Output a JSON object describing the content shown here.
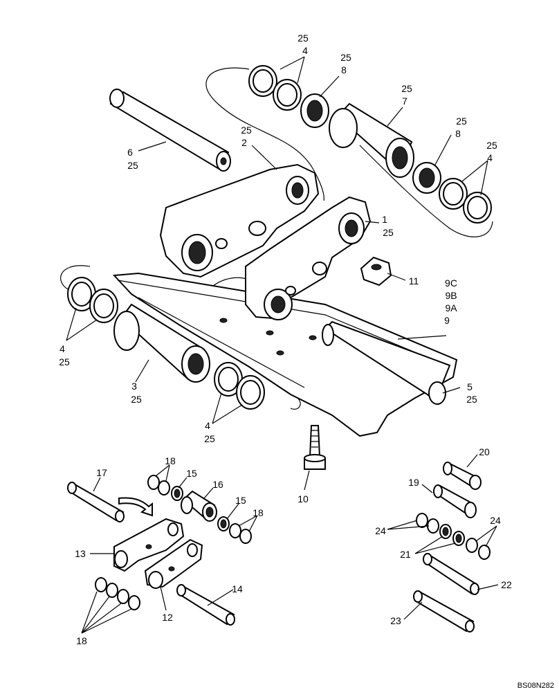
{
  "diagram": {
    "drawing_ref": "BS08N282",
    "callouts": {
      "c_25_4_top": [
        "25",
        "4"
      ],
      "c_25_8_a": [
        "25",
        "8"
      ],
      "c_25_7": [
        "25",
        "7"
      ],
      "c_25_8_b": [
        "25",
        "8"
      ],
      "c_25_4_right": [
        "25",
        "4"
      ],
      "c_6_25": [
        "6",
        "25"
      ],
      "c_25_2": [
        "25",
        "2"
      ],
      "c_1_25": [
        "1",
        "25"
      ],
      "c_11": "11",
      "c_9_series": [
        "9C",
        "9B",
        "9A",
        "9"
      ],
      "c_4_25_left": [
        "4",
        "25"
      ],
      "c_3_25": [
        "3",
        "25"
      ],
      "c_5_25": [
        "5",
        "25"
      ],
      "c_4_25_bottom": [
        "4",
        "25"
      ],
      "c_10": "10",
      "c_17": "17",
      "c_18_a": "18",
      "c_15_a": "15",
      "c_16": "16",
      "c_15_b": "15",
      "c_18_b": "18",
      "c_13": "13",
      "c_14": "14",
      "c_12": "12",
      "c_18_c": "18",
      "c_20": "20",
      "c_19": "19",
      "c_24_a": "24",
      "c_24_b": "24",
      "c_21": "21",
      "c_22": "22",
      "c_23": "23"
    }
  }
}
